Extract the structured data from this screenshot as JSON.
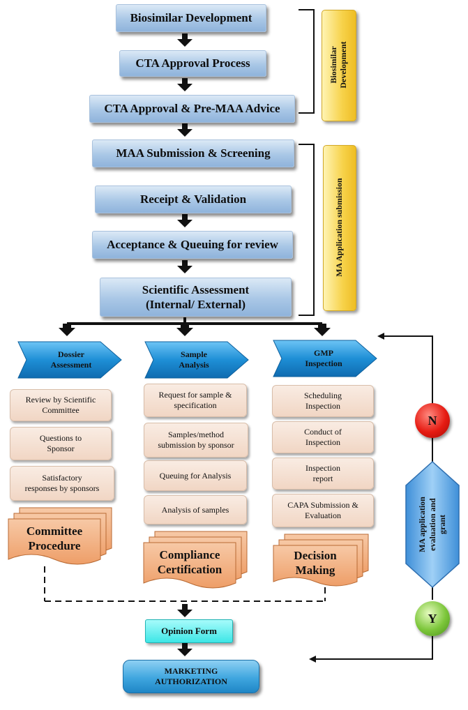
{
  "stages": {
    "biosimilar_development": "Biosimilar Development",
    "cta_approval_process": "CTA Approval Process",
    "cta_approval_pre_maa": "CTA Approval & Pre-MAA Advice",
    "maa_submission": "MAA Submission & Screening",
    "receipt_validation": "Receipt & Validation",
    "acceptance_queuing": "Acceptance & Queuing for review",
    "scientific_assessment_line1": "Scientific Assessment",
    "scientific_assessment_line2": "(Internal/ External)"
  },
  "side_labels": {
    "biosimilar_line1": "Biosimilar",
    "biosimilar_line2": "Development",
    "ma_application": "MA Application submission"
  },
  "branches": {
    "dossier": {
      "title_line1": "Dossier",
      "title_line2": "Assessment",
      "steps": [
        [
          "Review by Scientific",
          "Committee"
        ],
        [
          "Questions to",
          "Sponsor"
        ],
        [
          "Satisfactory",
          "responses by sponsors"
        ]
      ],
      "document_line1": "Committee",
      "document_line2": "Procedure"
    },
    "sample": {
      "title_line1": "Sample",
      "title_line2": "Analysis",
      "steps": [
        [
          "Request for sample &",
          "specification"
        ],
        [
          "Samples/method",
          "submission by sponsor"
        ],
        [
          "Queuing for Analysis",
          ""
        ],
        [
          "Analysis of samples",
          ""
        ]
      ],
      "document_line1": "Compliance",
      "document_line2": "Certification"
    },
    "gmp": {
      "title_line1": "GMP",
      "title_line2": "Inspection",
      "steps": [
        [
          "Scheduling",
          "Inspection"
        ],
        [
          "Conduct of",
          "Inspection"
        ],
        [
          "Inspection",
          "report"
        ],
        [
          "CAPA Submission &",
          "Evaluation"
        ]
      ],
      "document_line1": "Decision",
      "document_line2": "Making"
    }
  },
  "outcome": {
    "opinion_form": "Opinion Form",
    "marketing_line1": "MARKETING",
    "marketing_line2": "AUTHORIZATION"
  },
  "decision": {
    "no": "N",
    "yes": "Y",
    "label_line1": "MA application",
    "label_line2": "evaluation and",
    "label_line3": "grant"
  },
  "colors": {
    "main_box": "#a9c7e6",
    "ribbon": "#1e8fd6",
    "step_box": "#f1d6c4",
    "document": "#f3b183",
    "side_label": "#f7d24a",
    "opinion_form": "#3de6e6",
    "marketing": "#3fa6df",
    "no_circle": "#e01010",
    "yes_circle": "#7cc63a",
    "hexagon": "#5aa7e6"
  }
}
